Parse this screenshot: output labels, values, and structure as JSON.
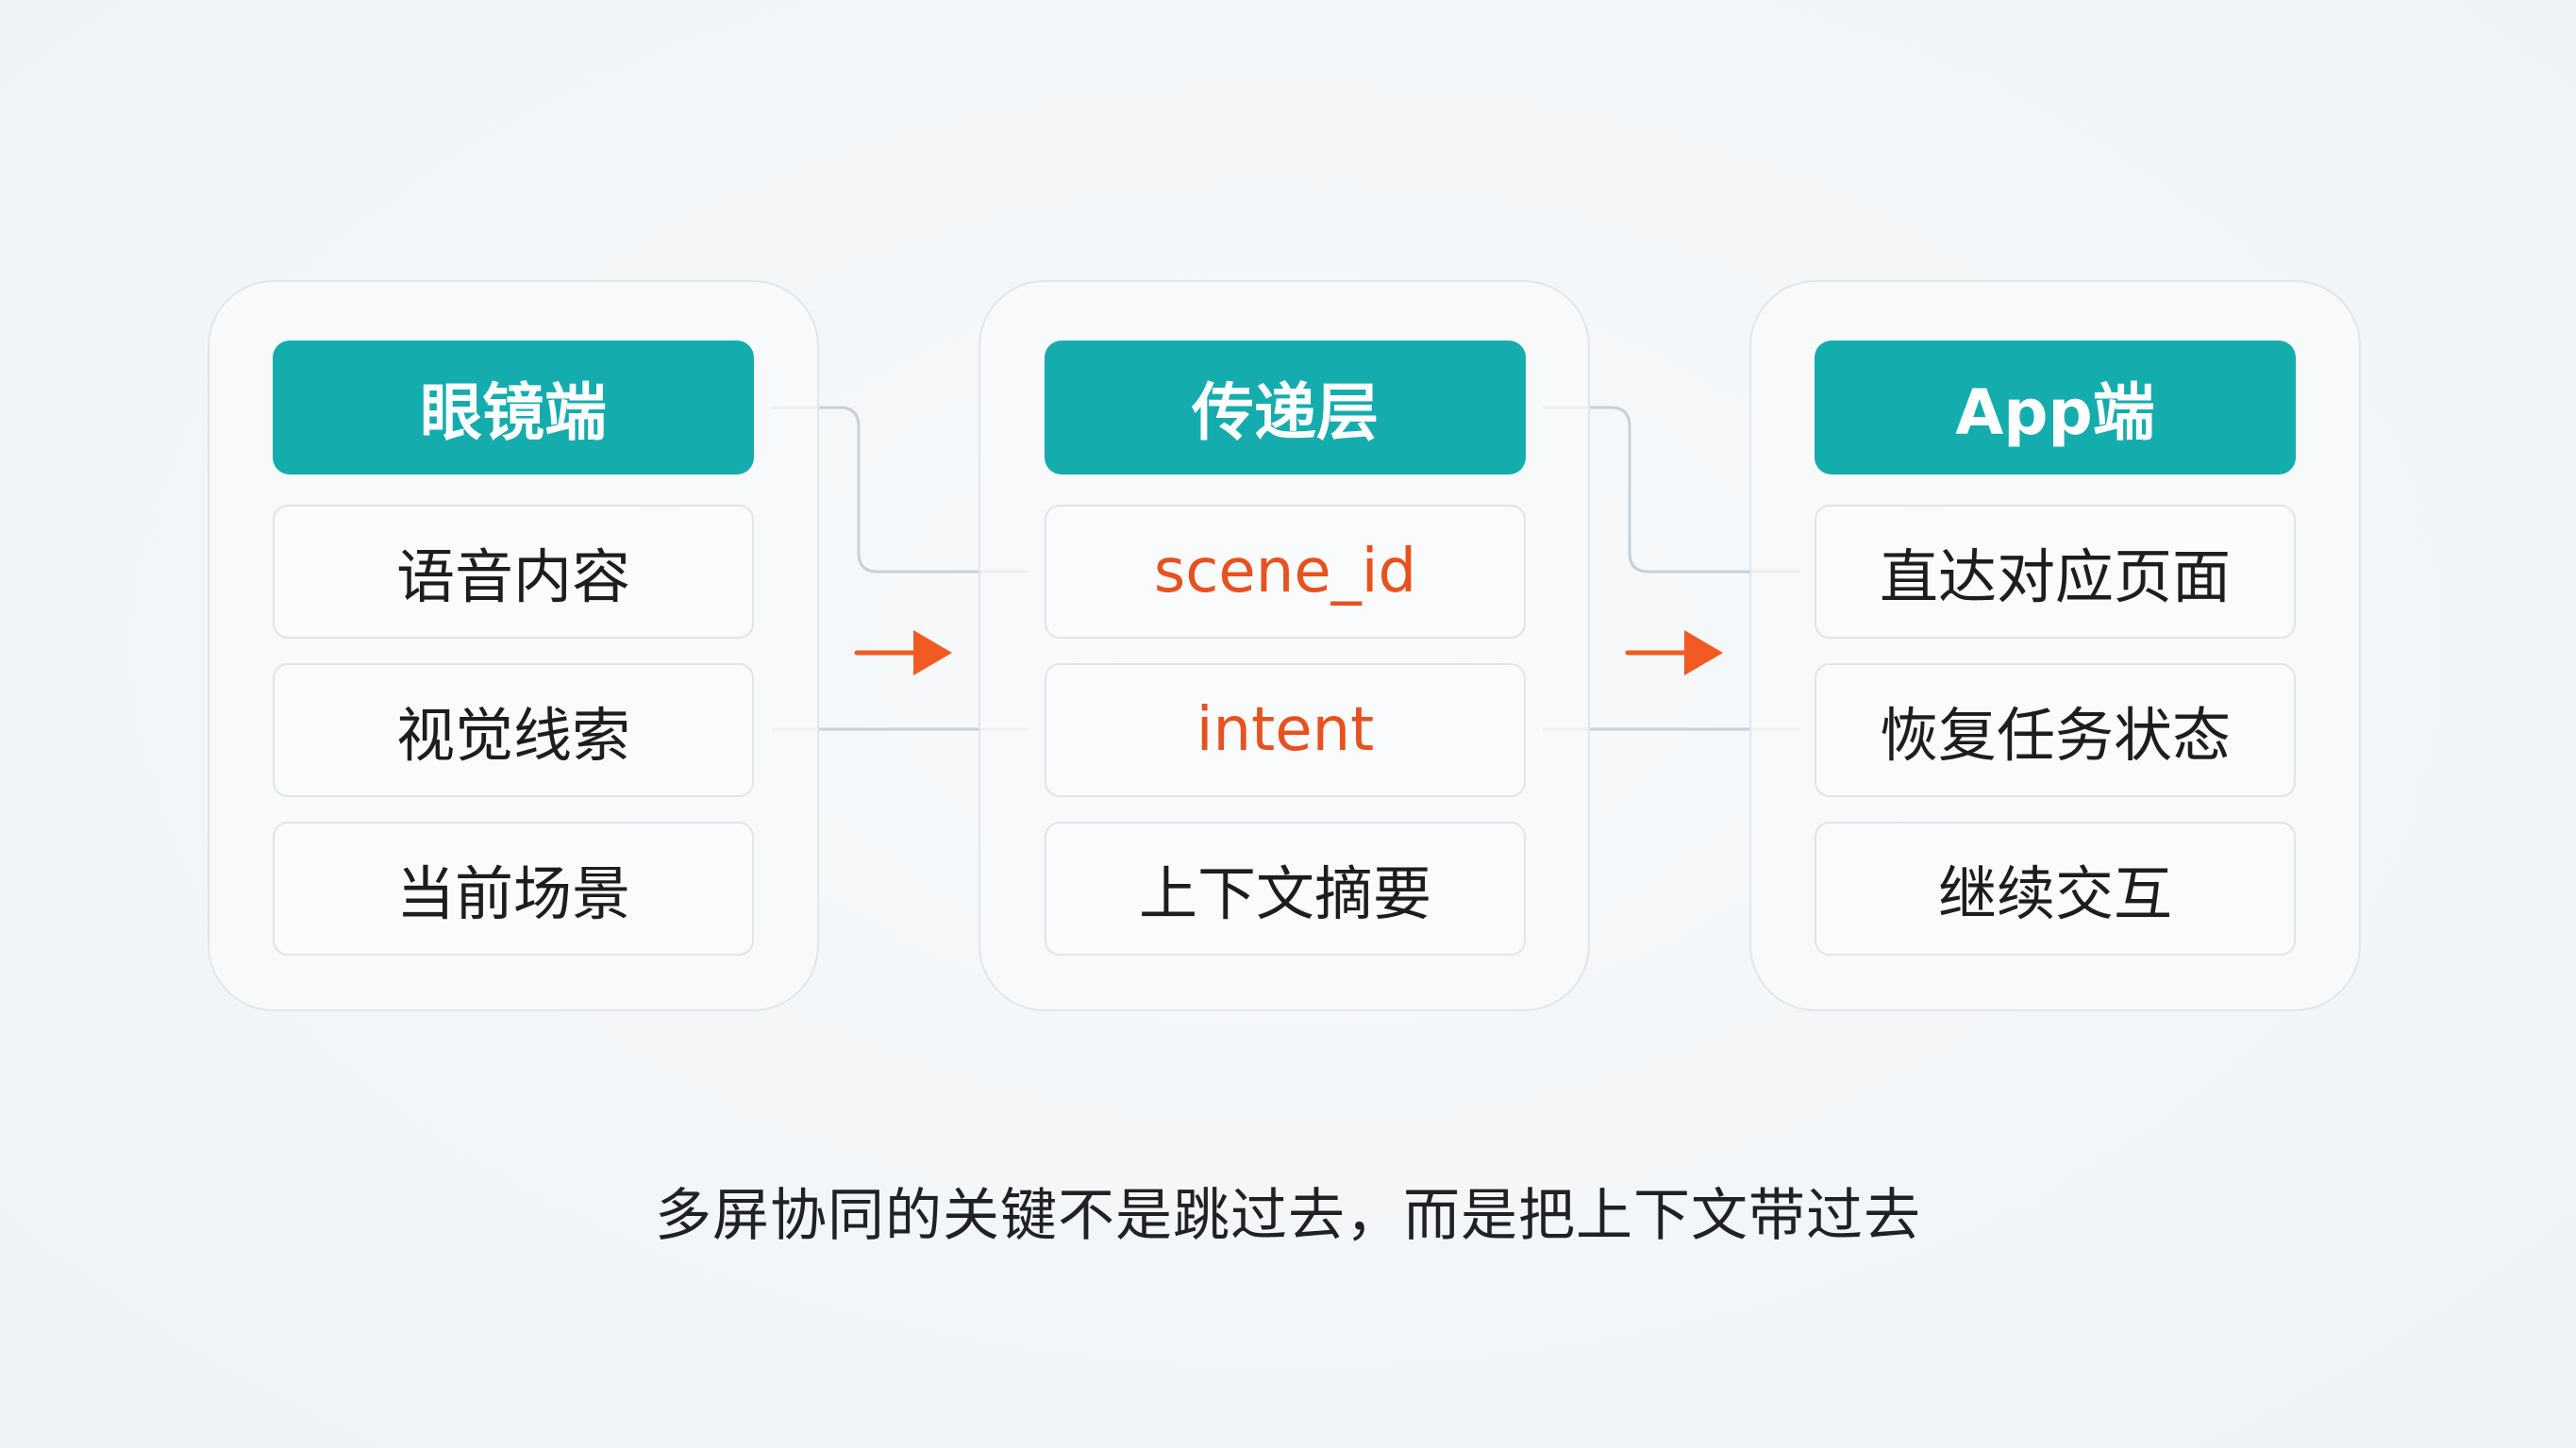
{
  "columns": [
    {
      "title": "眼镜端",
      "items": [
        "语音内容",
        "视觉线索",
        "当前场景"
      ]
    },
    {
      "title": "传递层",
      "items": [
        "scene_id",
        "intent",
        "上下文摘要"
      ]
    },
    {
      "title": "App端",
      "items": [
        "直达对应页面",
        "恢复任务状态",
        "继续交互"
      ]
    }
  ],
  "caption": "多屏协同的关键不是跳过去，而是把上下文带过去",
  "colors": {
    "header": "#15acae",
    "accent": "#e8511f",
    "connector": "#c9d0d5"
  }
}
